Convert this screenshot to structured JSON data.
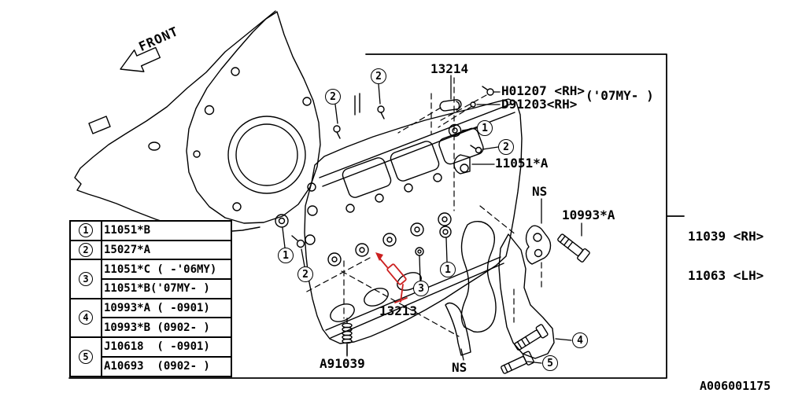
{
  "colors": {
    "ink": "#000000",
    "paper": "#ffffff",
    "highlight": "#cc1f1f"
  },
  "front_label": "FRONT",
  "drawing_number": "A006001175",
  "assembly_label": {
    "rh": "11039 <RH>",
    "lh": "11063 <LH>"
  },
  "labels": {
    "p13214": "13214",
    "h01207": "H01207 <RH>",
    "d91203": "D91203<RH>",
    "my_note": "('07MY- )",
    "p11051a": "11051*A",
    "ns_upper": "NS",
    "p10993a": "10993*A",
    "p13213": "13213",
    "pa91039": "A91039",
    "ns_lower": "NS"
  },
  "callouts": [
    "2",
    "2",
    "1",
    "2",
    "1",
    "2",
    "1",
    "3",
    "4",
    "5"
  ],
  "legend": {
    "rows": [
      {
        "num": "1",
        "lines": [
          "11051*B"
        ]
      },
      {
        "num": "2",
        "lines": [
          "15027*A"
        ]
      },
      {
        "num": "3",
        "lines": [
          "11051*C ( -'06MY)",
          "11051*B('07MY- )"
        ]
      },
      {
        "num": "4",
        "lines": [
          "10993*A ( -0901)",
          "10993*B (0902- )"
        ]
      },
      {
        "num": "5",
        "lines": [
          "J10618  ( -0901)",
          "A10693  (0902- )"
        ]
      }
    ]
  }
}
